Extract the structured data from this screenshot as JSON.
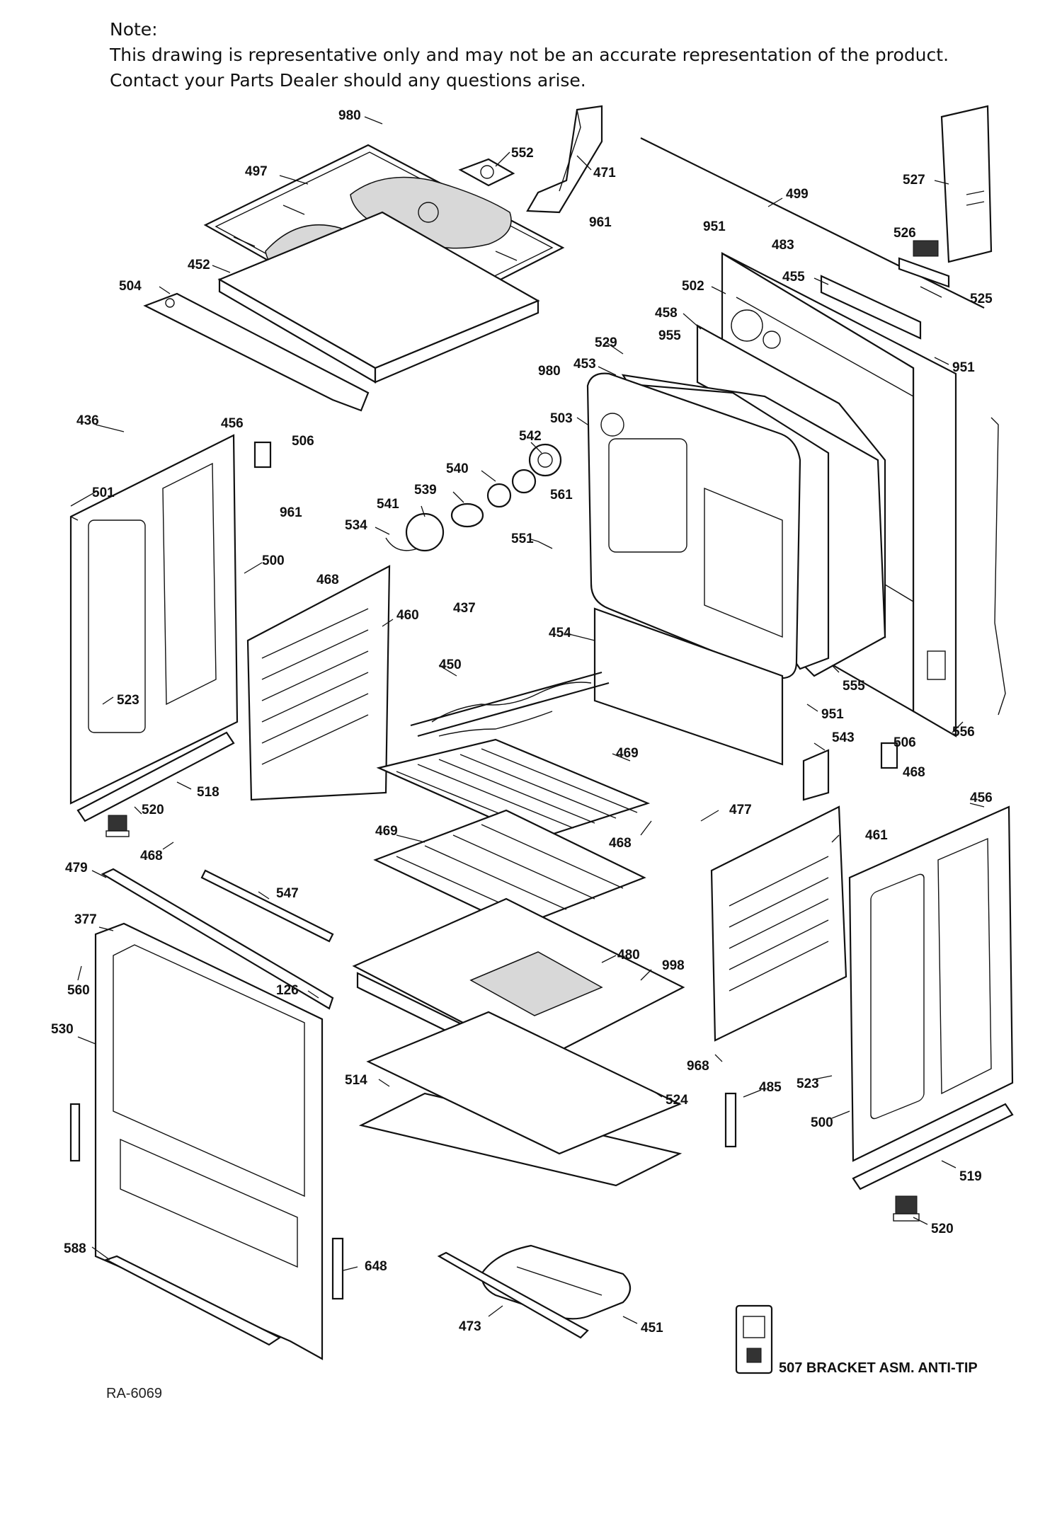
{
  "note": {
    "heading": "Note:",
    "line1": "This drawing is representative only and may not be an accurate representation of the product.",
    "line2": "Contact your Parts Dealer should any questions arise."
  },
  "diagram_code": "RA-6069",
  "anti_tip_label": "507  BRACKET ASM. ANTI-TIP",
  "callouts": [
    {
      "id": "c980a",
      "text": "980"
    },
    {
      "id": "c552",
      "text": "552"
    },
    {
      "id": "c471",
      "text": "471"
    },
    {
      "id": "c497",
      "text": "497"
    },
    {
      "id": "c499",
      "text": "499"
    },
    {
      "id": "c527",
      "text": "527"
    },
    {
      "id": "c961a",
      "text": "961"
    },
    {
      "id": "c951a",
      "text": "951"
    },
    {
      "id": "c483",
      "text": "483"
    },
    {
      "id": "c526",
      "text": "526"
    },
    {
      "id": "c452",
      "text": "452"
    },
    {
      "id": "c504",
      "text": "504"
    },
    {
      "id": "c502",
      "text": "502"
    },
    {
      "id": "c455",
      "text": "455"
    },
    {
      "id": "c525",
      "text": "525"
    },
    {
      "id": "c458",
      "text": "458"
    },
    {
      "id": "c529",
      "text": "529"
    },
    {
      "id": "c955",
      "text": "955"
    },
    {
      "id": "c980b",
      "text": "980"
    },
    {
      "id": "c453",
      "text": "453"
    },
    {
      "id": "c951b",
      "text": "951"
    },
    {
      "id": "c436",
      "text": "436"
    },
    {
      "id": "c456a",
      "text": "456"
    },
    {
      "id": "c506a",
      "text": "506"
    },
    {
      "id": "c503",
      "text": "503"
    },
    {
      "id": "c542",
      "text": "542"
    },
    {
      "id": "c540",
      "text": "540"
    },
    {
      "id": "c539",
      "text": "539"
    },
    {
      "id": "c501",
      "text": "501"
    },
    {
      "id": "c541",
      "text": "541"
    },
    {
      "id": "c561",
      "text": "561"
    },
    {
      "id": "c961b",
      "text": "961"
    },
    {
      "id": "c534",
      "text": "534"
    },
    {
      "id": "c551",
      "text": "551"
    },
    {
      "id": "c500a",
      "text": "500"
    },
    {
      "id": "c468a",
      "text": "468"
    },
    {
      "id": "c460",
      "text": "460"
    },
    {
      "id": "c437",
      "text": "437"
    },
    {
      "id": "c454",
      "text": "454"
    },
    {
      "id": "c450",
      "text": "450"
    },
    {
      "id": "c555",
      "text": "555"
    },
    {
      "id": "c523a",
      "text": "523"
    },
    {
      "id": "c951c",
      "text": "951"
    },
    {
      "id": "c543",
      "text": "543"
    },
    {
      "id": "c506b",
      "text": "506"
    },
    {
      "id": "c556",
      "text": "556"
    },
    {
      "id": "c469a",
      "text": "469"
    },
    {
      "id": "c468b",
      "text": "468"
    },
    {
      "id": "c518",
      "text": "518"
    },
    {
      "id": "c520a",
      "text": "520"
    },
    {
      "id": "c477",
      "text": "477"
    },
    {
      "id": "c456b",
      "text": "456"
    },
    {
      "id": "c469b",
      "text": "469"
    },
    {
      "id": "c468c",
      "text": "468"
    },
    {
      "id": "c461",
      "text": "461"
    },
    {
      "id": "c468d",
      "text": "468"
    },
    {
      "id": "c479",
      "text": "479"
    },
    {
      "id": "c547",
      "text": "547"
    },
    {
      "id": "c377",
      "text": "377"
    },
    {
      "id": "c480",
      "text": "480"
    },
    {
      "id": "c998",
      "text": "998"
    },
    {
      "id": "c560",
      "text": "560"
    },
    {
      "id": "c126",
      "text": "126"
    },
    {
      "id": "c530",
      "text": "530"
    },
    {
      "id": "c968",
      "text": "968"
    },
    {
      "id": "c514",
      "text": "514"
    },
    {
      "id": "c524",
      "text": "524"
    },
    {
      "id": "c485",
      "text": "485"
    },
    {
      "id": "c523b",
      "text": "523"
    },
    {
      "id": "c500b",
      "text": "500"
    },
    {
      "id": "c519",
      "text": "519"
    },
    {
      "id": "c520b",
      "text": "520"
    },
    {
      "id": "c588",
      "text": "588"
    },
    {
      "id": "c648",
      "text": "648"
    },
    {
      "id": "c473",
      "text": "473"
    },
    {
      "id": "c451",
      "text": "451"
    }
  ]
}
